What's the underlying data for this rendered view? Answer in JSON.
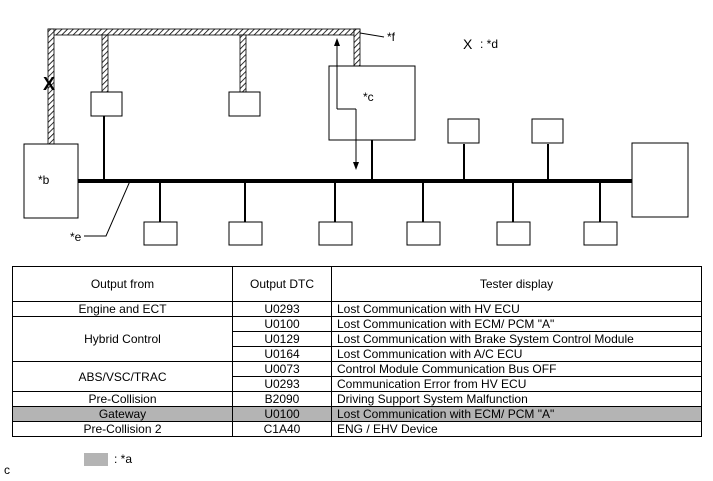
{
  "diagram": {
    "labels": {
      "b": "*b",
      "c": "*c",
      "e": "*e",
      "f": "*f",
      "break_symbol": "X",
      "break_legend_symbol": "X",
      "break_legend_text": ": *d"
    },
    "colors": {
      "highlight": "#b4b4b4",
      "line": "#000000"
    }
  },
  "table": {
    "headers": [
      "Output from",
      "Output DTC",
      "Tester display"
    ],
    "rows": [
      {
        "from": "Engine and ECT",
        "dtc": "U0293",
        "display": "Lost Communication with HV ECU"
      },
      {
        "from": "Hybrid Control",
        "dtc": "U0100",
        "display": "Lost Communication with ECM/ PCM \"A\""
      },
      {
        "from": "",
        "dtc": "U0129",
        "display": "Lost Communication with Brake System Control  Module"
      },
      {
        "from": "",
        "dtc": "U0164",
        "display": "Lost Communication with A/C ECU"
      },
      {
        "from": "ABS/VSC/TRAC",
        "dtc": "U0073",
        "display": "Control Module Communication Bus OFF"
      },
      {
        "from": "",
        "dtc": "U0293",
        "display": "Communication Error from HV ECU"
      },
      {
        "from": "Pre-Collision",
        "dtc": "B2090",
        "display": "Driving Support System Malfunction"
      },
      {
        "from": "Gateway",
        "dtc": "U0100",
        "display": "Lost Communication with ECM/ PCM \"A\""
      },
      {
        "from": "Pre-Collision 2",
        "dtc": "C1A40",
        "display": "ENG / EHV Device"
      }
    ]
  },
  "legend": {
    "text": ": *a"
  },
  "figure_code": "c"
}
